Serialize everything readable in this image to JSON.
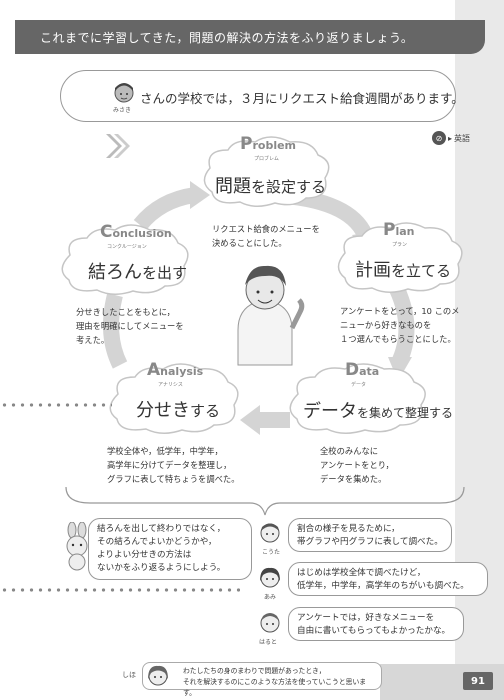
{
  "header": {
    "title": "これまでに学習してきた，問題の解決の方法をふり返りましょう。"
  },
  "intro": {
    "text": "さんの学校では，３月にリクエスト給食週間があります。",
    "name": "みさき"
  },
  "english_link": {
    "label": "英語"
  },
  "steps": {
    "problem": {
      "label_initial": "P",
      "label_rest": "roblem",
      "ruby": "プロブレム",
      "cloud_kanji": "問題",
      "cloud_rest": "を設定する",
      "desc": [
        "リクエスト給食のメニューを",
        "決めることにした。"
      ]
    },
    "plan": {
      "label_initial": "P",
      "label_rest": "lan",
      "ruby": "プラン",
      "cloud_kanji": "計画",
      "cloud_rest": "を立てる",
      "desc": [
        "アンケートをとって，10 このメ",
        "ニューから好きなものを",
        "１つ選んでもらうことにした。"
      ]
    },
    "data": {
      "label_initial": "D",
      "label_rest": "ata",
      "ruby": "データ",
      "cloud_kanji": "データ",
      "cloud_rest": "を集めて整理する",
      "desc": [
        "全校のみんなに",
        "アンケートをとり，",
        "データを集めた。"
      ]
    },
    "analysis": {
      "label_initial": "A",
      "label_rest": "nalysis",
      "ruby": "アナリシス",
      "cloud_kanji": "分せき",
      "cloud_rest": "する",
      "desc": [
        "学校全体や，低学年，中学年，",
        "高学年に分けてデータを整理し，",
        "グラフに表して特ちょうを調べた。"
      ]
    },
    "conclusion": {
      "label_initial": "C",
      "label_rest": "onclusion",
      "ruby": "コンクルージョン",
      "cloud_kanji": "結ろん",
      "cloud_rest": "を出す",
      "desc": [
        "分せきしたことをもとに，",
        "理由を明確にしてメニューを",
        "考えた。"
      ]
    }
  },
  "reflection": {
    "left": [
      "結ろんを出して終わりではなく，",
      "その結ろんでよいかどうかや，",
      "よりよい分せきの方法は",
      "ないかをふり返るようにしよう。"
    ],
    "kouta": {
      "name": "こうた",
      "lines": [
        "割合の様子を見るために，",
        "帯グラフや円グラフに表して調べた。"
      ]
    },
    "ami": {
      "name": "あみ",
      "lines": [
        "はじめは学校全体で調べたけど，",
        "低学年，中学年，高学年のちがいも調べた。"
      ]
    },
    "haruto": {
      "name": "はると",
      "lines": [
        "アンケートでは，好きなメニューを",
        "自由に書いてもらってもよかったかな。"
      ]
    }
  },
  "footer": {
    "name": "しほ",
    "lines": [
      "わたしたちの身のまわりで問題があったとき，",
      "それを解決するのにこのような方法を使っていこうと思います。"
    ],
    "page_number": "91"
  }
}
